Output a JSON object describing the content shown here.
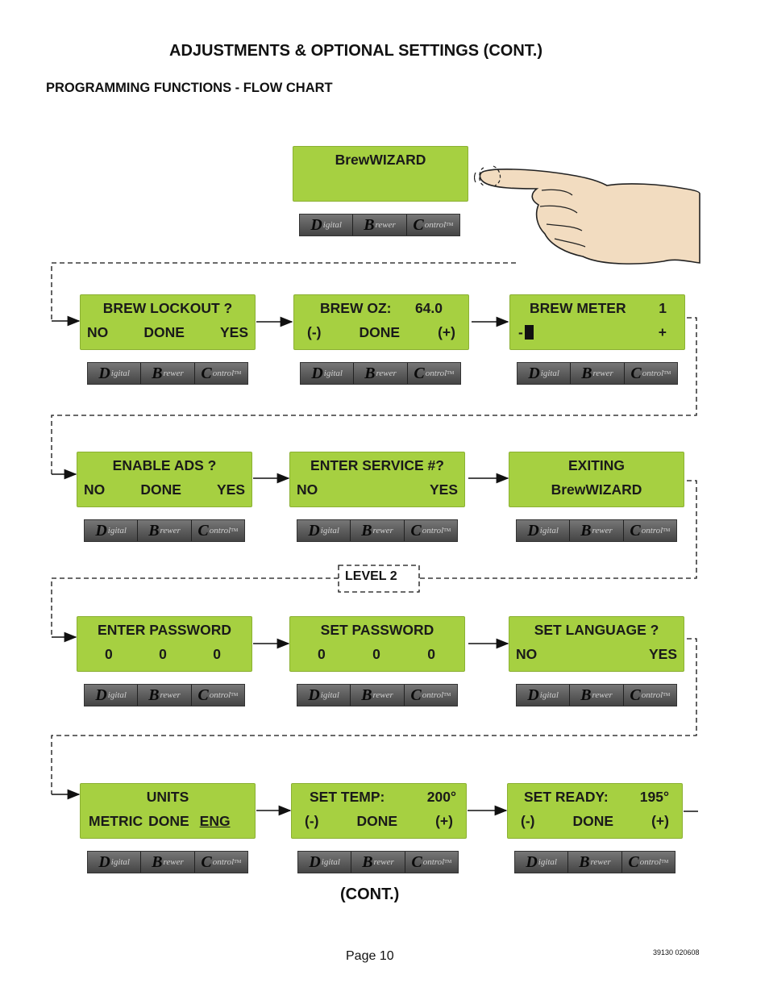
{
  "header": {
    "title": "ADJUSTMENTS & OPTIONAL SETTINGS (CONT.)",
    "subtitle": "PROGRAMMING FUNCTIONS - FLOW CHART"
  },
  "brand": {
    "d_initial": "D",
    "d_rest": "igital",
    "b_initial": "B",
    "b_rest": "rewer",
    "c_initial": "C",
    "c_rest": "ontrol",
    "tm": "TM"
  },
  "screens": {
    "start": {
      "line1": "BrewWIZARD"
    },
    "brew_lockout": {
      "line1": "BREW LOCKOUT  ?",
      "left": "NO",
      "mid": "DONE",
      "right": "YES"
    },
    "brew_oz": {
      "label": "BREW  OZ:",
      "value": "64.0",
      "left": "(-)",
      "mid": "DONE",
      "right": "(+)"
    },
    "brew_meter": {
      "label": "BREW METER",
      "value": "1",
      "left": "-",
      "right": "+"
    },
    "enable_ads": {
      "line1": "ENABLE  ADS  ?",
      "left": "NO",
      "mid": "DONE",
      "right": "YES"
    },
    "enter_service": {
      "line1": "ENTER  SERVICE  #?",
      "left": "NO",
      "right": "YES"
    },
    "exiting": {
      "line1": "EXITING",
      "line2": "BrewWIZARD"
    },
    "enter_password": {
      "line1": "ENTER PASSWORD",
      "d1": "0",
      "d2": "0",
      "d3": "0"
    },
    "set_password": {
      "line1": "SET PASSWORD",
      "d1": "0",
      "d2": "0",
      "d3": "0"
    },
    "set_language": {
      "line1": "SET  LANGUAGE ?",
      "left": "NO",
      "right": "YES"
    },
    "units": {
      "line1": "UNITS",
      "left": "METRIC",
      "mid": "DONE",
      "right": "ENG"
    },
    "set_temp": {
      "label": "SET  TEMP:",
      "value": "200°",
      "left": "(-)",
      "mid": "DONE",
      "right": "(+)"
    },
    "set_ready": {
      "label": "SET  READY:",
      "value": "195°",
      "left": "(-)",
      "mid": "DONE",
      "right": "(+)"
    }
  },
  "level_label": "LEVEL  2",
  "cont_label": "(CONT.)",
  "footer": {
    "page": "Page 10",
    "code": "39130 020608"
  },
  "colors": {
    "lcd": "#a6d041",
    "hand": "#f2dcc0"
  }
}
